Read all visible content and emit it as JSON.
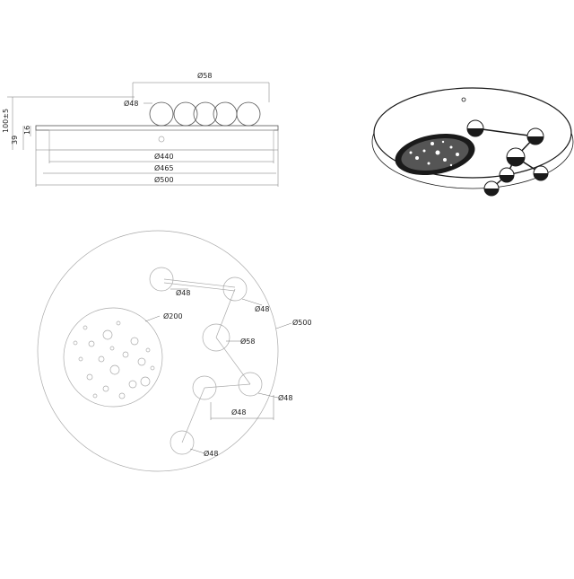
{
  "side_view": {
    "dims": {
      "d58_top": "Ø58",
      "d48_top": "Ø48",
      "d440": "Ø440",
      "d465": "Ø465",
      "d500": "Ø500",
      "h100": "100±5",
      "h39": "39",
      "h16": "16"
    }
  },
  "top_view": {
    "dims": {
      "d48_a": "Ø48",
      "d48_b": "Ø48",
      "d58": "Ø58",
      "d200": "Ø200",
      "d500": "Ø500",
      "d48_c": "Ø48",
      "d48_d": "Ø48",
      "d48_e": "Ø48"
    }
  },
  "colors": {
    "line": "#555555",
    "light_line": "#aaaaaa",
    "render_shade": "#1a1a1a"
  }
}
